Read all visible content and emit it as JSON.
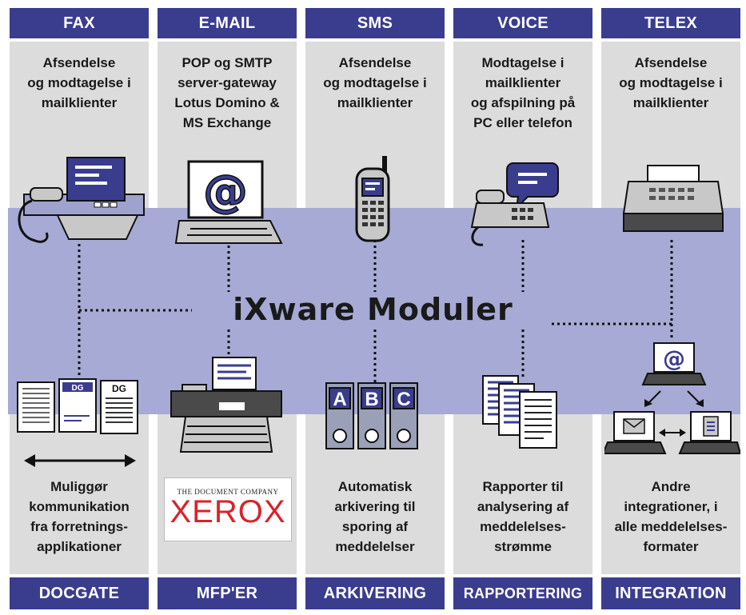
{
  "title": "iXware Moduler",
  "colors": {
    "header": "#3a3d8e",
    "band": "#a6aad4",
    "panel": "#dcdcdc",
    "xerox": "#d8232a"
  },
  "top_modules": [
    {
      "label": "FAX",
      "lines": [
        "Afsendelse",
        "og modtagelse i",
        "mailklienter"
      ],
      "icon": "fax-machine-icon"
    },
    {
      "label": "E-MAIL",
      "lines": [
        "POP og SMTP",
        "server-gateway",
        "Lotus Domino &",
        "MS Exchange"
      ],
      "icon": "email-laptop-icon"
    },
    {
      "label": "SMS",
      "lines": [
        "Afsendelse",
        "og modtagelse i",
        "mailklienter"
      ],
      "icon": "mobile-phone-icon"
    },
    {
      "label": "VOICE",
      "lines": [
        "Modtagelse i",
        "mailklienter",
        "og afspilning på",
        "PC eller telefon"
      ],
      "icon": "voice-phone-icon"
    },
    {
      "label": "TELEX",
      "lines": [
        "Afsendelse",
        "og modtagelse i",
        "mailklienter"
      ],
      "icon": "telex-machine-icon"
    }
  ],
  "bottom_modules": [
    {
      "label": "DOCGATE",
      "lines": [
        "Muliggør",
        "kommunikation",
        "fra forretnings-",
        "applikationer"
      ],
      "icon": "documents-icon"
    },
    {
      "label": "MFP'ER",
      "lines": [],
      "icon": "mfp-printer-icon"
    },
    {
      "label": "ARKIVERING",
      "lines": [
        "Automatisk",
        "arkivering til",
        "sporing af",
        "meddelelser"
      ],
      "icon": "binders-icon"
    },
    {
      "label": "RAPPORTERING",
      "lines": [
        "Rapporter til",
        "analysering af",
        "meddelelses-",
        "strømme"
      ],
      "icon": "reports-icon"
    },
    {
      "label": "INTEGRATION",
      "lines": [
        "Andre",
        "integrationer, i",
        "alle meddelelses-",
        "formater"
      ],
      "icon": "network-computers-icon"
    }
  ],
  "doc_label": "DG",
  "binder_letters": [
    "A",
    "B",
    "C"
  ],
  "xerox": {
    "tagline": "THE DOCUMENT COMPANY",
    "brand": "XEROX"
  },
  "email_symbol": "@"
}
